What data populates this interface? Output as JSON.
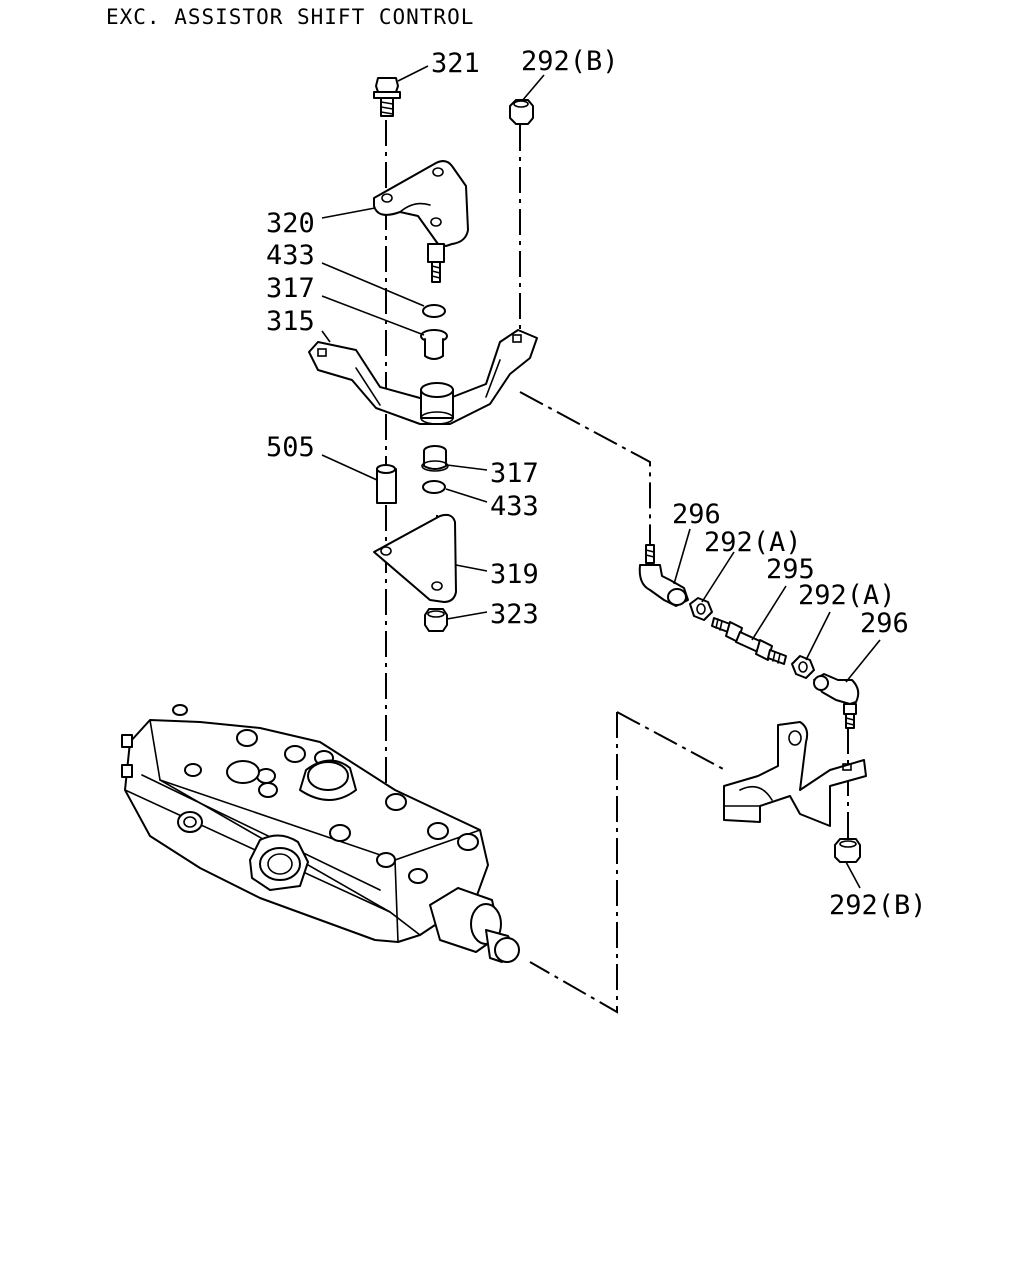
{
  "title": "EXC. ASSISTOR SHIFT CONTROL",
  "callouts": {
    "c321": "321",
    "c292b_top": "292(B)",
    "c320": "320",
    "c433_top": "433",
    "c317_top": "317",
    "c315": "315",
    "c505": "505",
    "c317_bottom": "317",
    "c433_bottom": "433",
    "c319": "319",
    "c323": "323",
    "c296_left": "296",
    "c292a_left": "292(A)",
    "c295": "295",
    "c292a_right": "292(A)",
    "c296_right": "296",
    "c292b_bottom": "292(B)"
  }
}
